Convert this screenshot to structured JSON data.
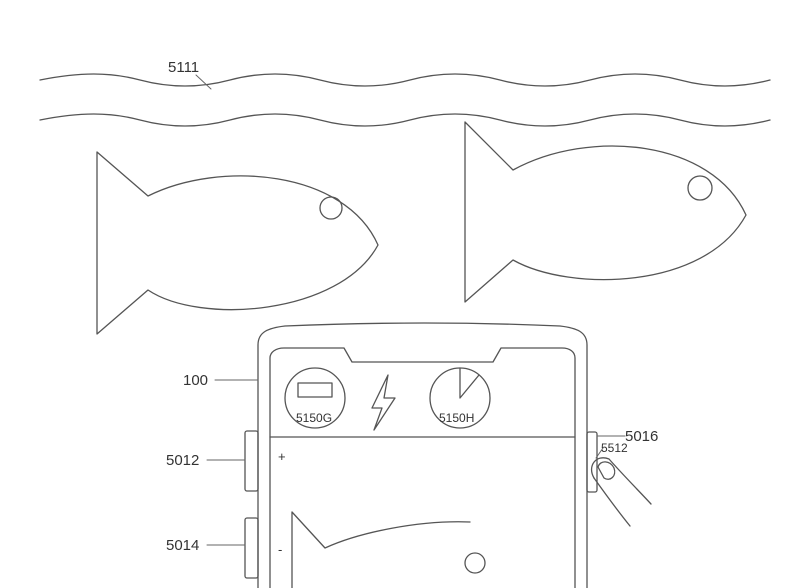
{
  "labels": {
    "water_surface": "5111",
    "device": "100",
    "volume_up_button": "5012",
    "volume_down_button": "5014",
    "side_button": "5016",
    "touch_contact": "5512",
    "battery_indicator": "5150G",
    "timer_indicator": "5150H",
    "plus_sign": "+",
    "minus_sign": "-"
  },
  "icons": [
    "fish-icon",
    "battery-icon",
    "lightning-icon",
    "pie-timer-icon",
    "finger-icon"
  ],
  "colors": {
    "line": "#555555",
    "text": "#333333",
    "background": "#ffffff"
  }
}
